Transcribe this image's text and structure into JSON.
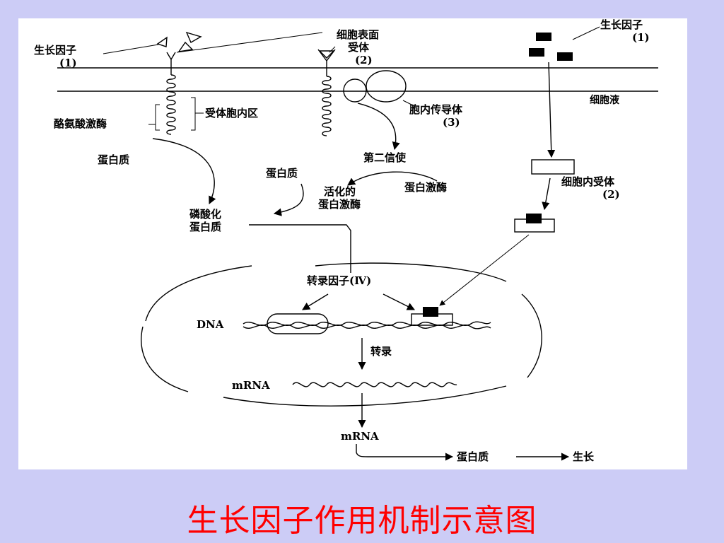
{
  "labels": {
    "growth_factor_left": "生长因子",
    "growth_factor_left_num": "(1)",
    "growth_factor_right": "生长因子",
    "growth_factor_right_num": "(1)",
    "surface_receptor_l1": "细胞表面",
    "surface_receptor_l2": "受体",
    "surface_receptor_num": "(2)",
    "cytosol": "细胞液",
    "receptor_intracellular": "受体胞内区",
    "tyrosine_kinase": "酪氨酸激酶",
    "transducer": "胞内传导体",
    "transducer_num": "(3)",
    "protein_left": "蛋白质",
    "second_messenger": "第二信使",
    "protein_mid": "蛋白质",
    "protein_kinase": "蛋白激酶",
    "activated_kinase_l1": "活化的",
    "activated_kinase_l2": "蛋白激酶",
    "intracellular_receptor": "细胞内受体",
    "intracellular_receptor_num": "(2)",
    "phospho_l1": "磷酸化",
    "phospho_l2": "蛋白质",
    "transcription_factor": "转录因子(Ⅳ)",
    "dna": "DNA",
    "transcription": "转录",
    "mrna_in": "mRNA",
    "mrna_out": "mRNA",
    "protein_bottom": "蛋白质",
    "growth": "生长"
  },
  "caption": "生长因子作用机制示意图",
  "colors": {
    "background": "#ccccf6",
    "panel": "#ffffff",
    "caption": "#ff0000"
  }
}
